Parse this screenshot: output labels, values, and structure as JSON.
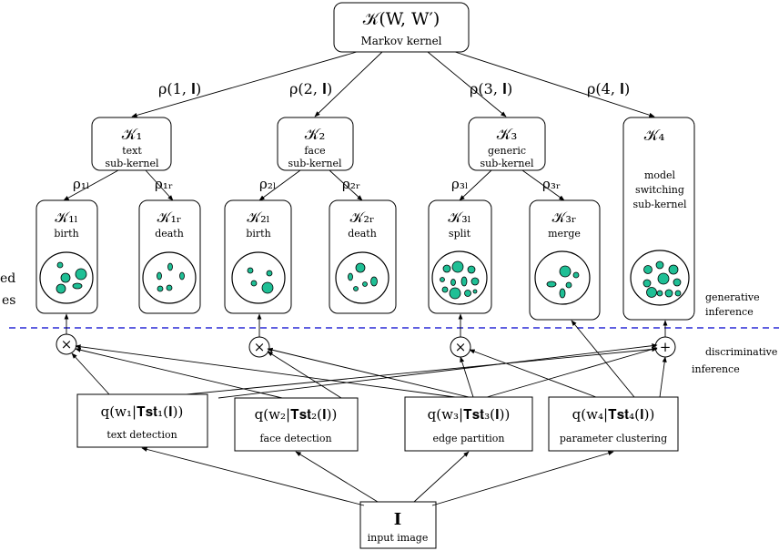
{
  "kernel": {
    "symbol": "𝒦(W, W′)",
    "caption": "Markov kernel"
  },
  "rho": [
    "ρ(1, 𝐈)",
    "ρ(2, 𝐈)",
    "ρ(3, 𝐈)",
    "ρ(4, 𝐈)"
  ],
  "subkernels": [
    {
      "symbol": "𝒦₁",
      "line1": "text",
      "line2": "sub-kernel"
    },
    {
      "symbol": "𝒦₂",
      "line1": "face",
      "line2": "sub-kernel"
    },
    {
      "symbol": "𝒦₃",
      "line1": "generic",
      "line2": "sub-kernel"
    },
    {
      "symbol": "𝒦₄",
      "line1": "model",
      "line2": "switching",
      "line3": "sub-kernel"
    }
  ],
  "rho_lr": [
    "ρ₁ₗ",
    "ρ₁ᵣ",
    "ρ₂ₗ",
    "ρ₂ᵣ",
    "ρ₃ₗ",
    "ρ₃ᵣ"
  ],
  "leaves": [
    {
      "symbol": "𝒦₁ₗ",
      "caption": "birth"
    },
    {
      "symbol": "𝒦₁ᵣ",
      "caption": "death"
    },
    {
      "symbol": "𝒦₂ₗ",
      "caption": "birth"
    },
    {
      "symbol": "𝒦₂ᵣ",
      "caption": "death"
    },
    {
      "symbol": "𝒦₃ₗ",
      "caption": "split"
    },
    {
      "symbol": "𝒦₃ᵣ",
      "caption": "merge"
    }
  ],
  "side_fragments": [
    "ed",
    "es"
  ],
  "generative": [
    "generative",
    "inference"
  ],
  "discriminative": [
    "discriminative",
    "inference"
  ],
  "operators": [
    "×",
    "×",
    "×",
    "+"
  ],
  "proposals": [
    {
      "formula": "q(w₁|𝐓𝐬𝐭₁(𝐈))",
      "caption": "text detection"
    },
    {
      "formula": "q(w₂|𝐓𝐬𝐭₂(𝐈))",
      "caption": "face detection"
    },
    {
      "formula": "q(w₃|𝐓𝐬𝐭₃(𝐈))",
      "caption": "edge partition"
    },
    {
      "formula": "q(w₄|𝐓𝐬𝐭₄(𝐈))",
      "caption": "parameter clustering"
    }
  ],
  "input": {
    "symbol": "𝐈",
    "caption": "input image"
  },
  "colors": {
    "blob": "#1fbf95",
    "divider": "#2a2ad6"
  }
}
